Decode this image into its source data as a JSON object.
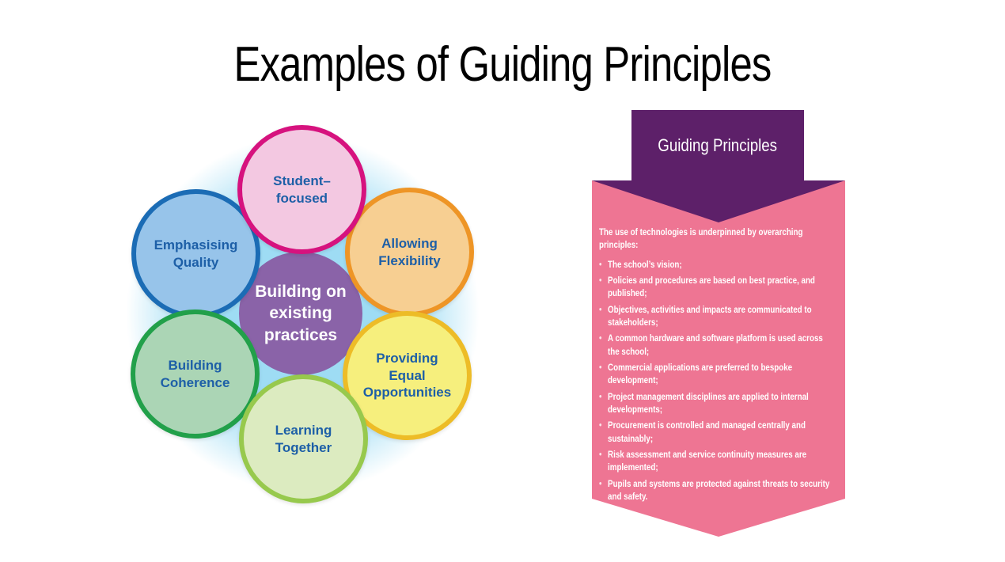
{
  "title": "Examples of Guiding Principles",
  "diagram": {
    "label_color": "#1d5fa7",
    "glow_color": "#9edcf4",
    "center": {
      "label": "Building on\nexisting\npractices",
      "fill": "#8a63a8",
      "text_color": "#ffffff"
    },
    "petals": [
      {
        "id": "student-focused",
        "label": "Student–\nfocused",
        "border": "#d6127e",
        "fill": "#f3c8e1"
      },
      {
        "id": "allowing-flexibility",
        "label": "Allowing\nFlexibility",
        "border": "#ee9526",
        "fill": "#f7cf92"
      },
      {
        "id": "providing-equal-opportunities",
        "label": "Providing\nEqual\nOpportunities",
        "border": "#edbc27",
        "fill": "#f6ef7d"
      },
      {
        "id": "learning-together",
        "label": "Learning\nTogether",
        "border": "#97c94d",
        "fill": "#dcebc0"
      },
      {
        "id": "building-coherence",
        "label": "Building\nCoherence",
        "border": "#22a04a",
        "fill": "#abd5b5"
      },
      {
        "id": "emphasising-quality",
        "label": "Emphasising\nQuality",
        "border": "#1b6cb5",
        "fill": "#97c4ea"
      }
    ]
  },
  "banner": {
    "header": "Guiding Principles",
    "header_bg": "#5d2069",
    "panel_bg": "#ee7593",
    "text_color": "#ffffff",
    "bullet_char": "•",
    "intro": "The use of technologies is underpinned by overarching\nprinciples:",
    "bullets": [
      "The school’s vision;",
      "Policies and procedures are based on best practice, and\npublished;",
      "Objectives, activities and impacts are communicated to\nstakeholders;",
      "A common hardware and software platform is used across\nthe school;",
      "Commercial applications are preferred to bespoke\ndevelopment;",
      "Project management disciplines are applied to internal\ndevelopments;",
      "Procurement is controlled and managed centrally and\nsustainably;",
      "Risk assessment and service continuity measures are\nimplemented;",
      "Pupils and systems are protected against threats to security\nand safety."
    ]
  }
}
